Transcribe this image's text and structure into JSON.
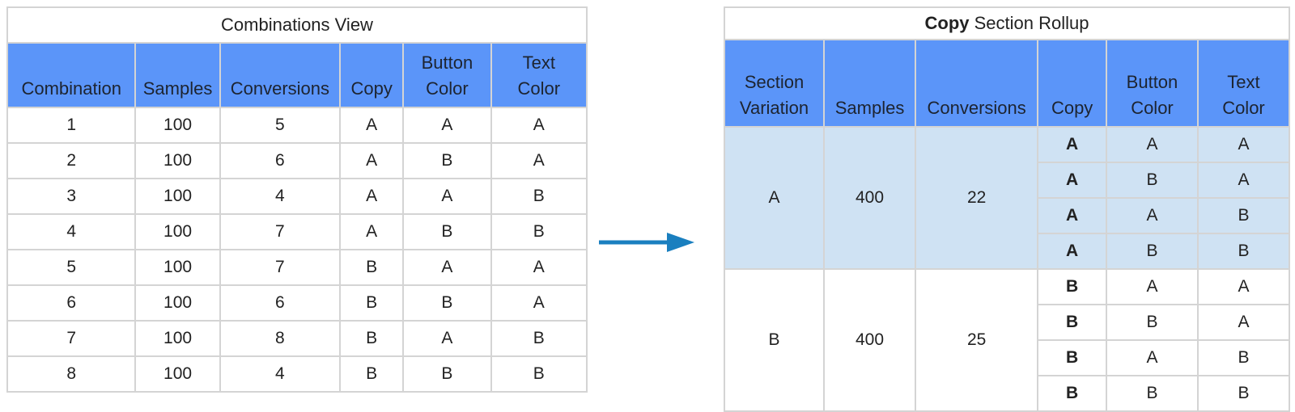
{
  "left_table": {
    "title": "Combinations View",
    "headers": [
      "Combination",
      "Samples",
      "Conversions",
      "Copy",
      "Button Color",
      "Text Color"
    ],
    "rows": [
      [
        "1",
        "100",
        "5",
        "A",
        "A",
        "A"
      ],
      [
        "2",
        "100",
        "6",
        "A",
        "B",
        "A"
      ],
      [
        "3",
        "100",
        "4",
        "A",
        "A",
        "B"
      ],
      [
        "4",
        "100",
        "7",
        "A",
        "B",
        "B"
      ],
      [
        "5",
        "100",
        "7",
        "B",
        "A",
        "A"
      ],
      [
        "6",
        "100",
        "6",
        "B",
        "B",
        "A"
      ],
      [
        "7",
        "100",
        "8",
        "B",
        "A",
        "B"
      ],
      [
        "8",
        "100",
        "4",
        "B",
        "B",
        "B"
      ]
    ]
  },
  "arrow": {
    "color": "#1a7fbf"
  },
  "right_table": {
    "title_bold": "Copy",
    "title_rest": " Section Rollup",
    "headers": [
      "Section Variation",
      "Samples",
      "Conversions",
      "Copy",
      "Button Color",
      "Text Color"
    ],
    "groups": [
      {
        "section": "A",
        "samples": "400",
        "conversions": "22",
        "highlight": true,
        "rows": [
          [
            "A",
            "A",
            "A"
          ],
          [
            "A",
            "B",
            "A"
          ],
          [
            "A",
            "A",
            "B"
          ],
          [
            "A",
            "B",
            "B"
          ]
        ]
      },
      {
        "section": "B",
        "samples": "400",
        "conversions": "25",
        "highlight": false,
        "rows": [
          [
            "B",
            "A",
            "A"
          ],
          [
            "B",
            "B",
            "A"
          ],
          [
            "B",
            "A",
            "B"
          ],
          [
            "B",
            "B",
            "B"
          ]
        ]
      }
    ]
  },
  "colors": {
    "header_bg": "#5b95f9",
    "highlight_bg": "#cfe2f3",
    "border": "#d4d4d4"
  }
}
